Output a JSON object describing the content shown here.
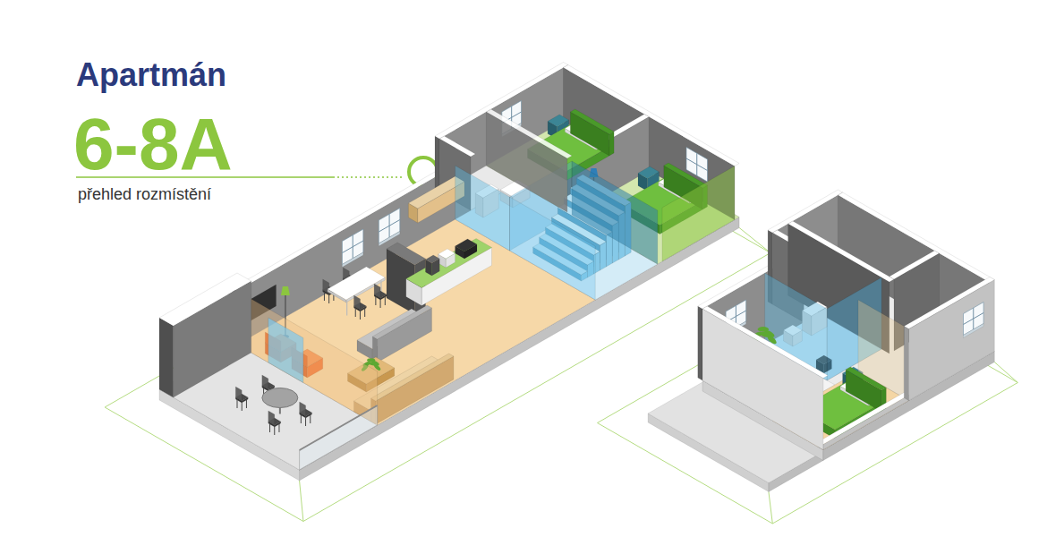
{
  "diagram": {
    "labels": [
      "Apartmán",
      "6-8A",
      "přehled rozmístění"
    ]
  }
}
